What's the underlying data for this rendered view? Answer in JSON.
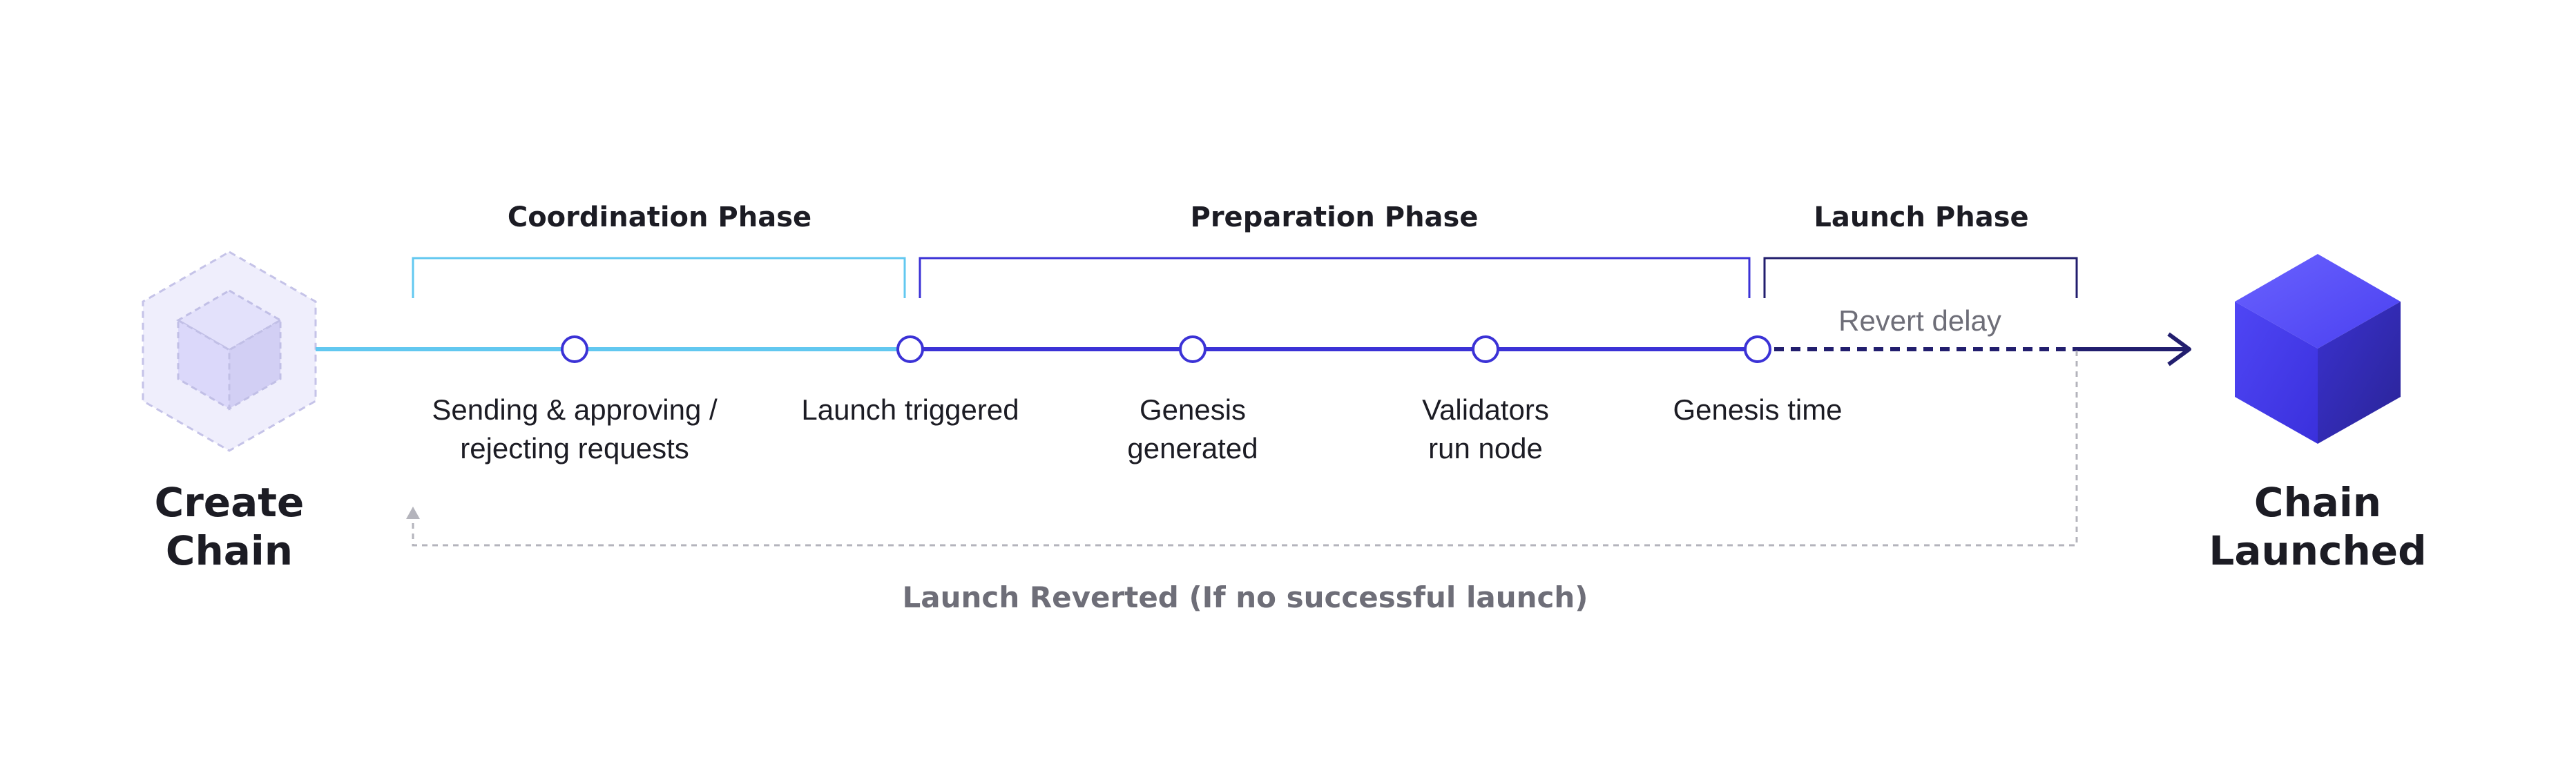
{
  "diagram": {
    "start": {
      "title_line1": "Create",
      "title_line2": "Chain"
    },
    "end": {
      "title_line1": "Chain",
      "title_line2": "Launched"
    },
    "phases": [
      {
        "title": "Coordination Phase"
      },
      {
        "title": "Preparation Phase"
      },
      {
        "title": "Launch Phase"
      }
    ],
    "milestones": [
      {
        "line1": "Sending & approving /",
        "line2": "rejecting requests"
      },
      {
        "line1": "Launch triggered",
        "line2": ""
      },
      {
        "line1": "Genesis",
        "line2": "generated"
      },
      {
        "line1": "Validators",
        "line2": "run node"
      },
      {
        "line1": "Genesis time",
        "line2": ""
      }
    ],
    "revert_delay": "Revert delay",
    "revert_label": "Launch Reverted (If no successful launch)",
    "colors": {
      "coordination": "#62c8f0",
      "preparation": "#3b32d6",
      "launch": "#221e6e",
      "revert": "#b4b4bc",
      "text": "#1c1c24",
      "muted": "#6e6e78"
    }
  }
}
